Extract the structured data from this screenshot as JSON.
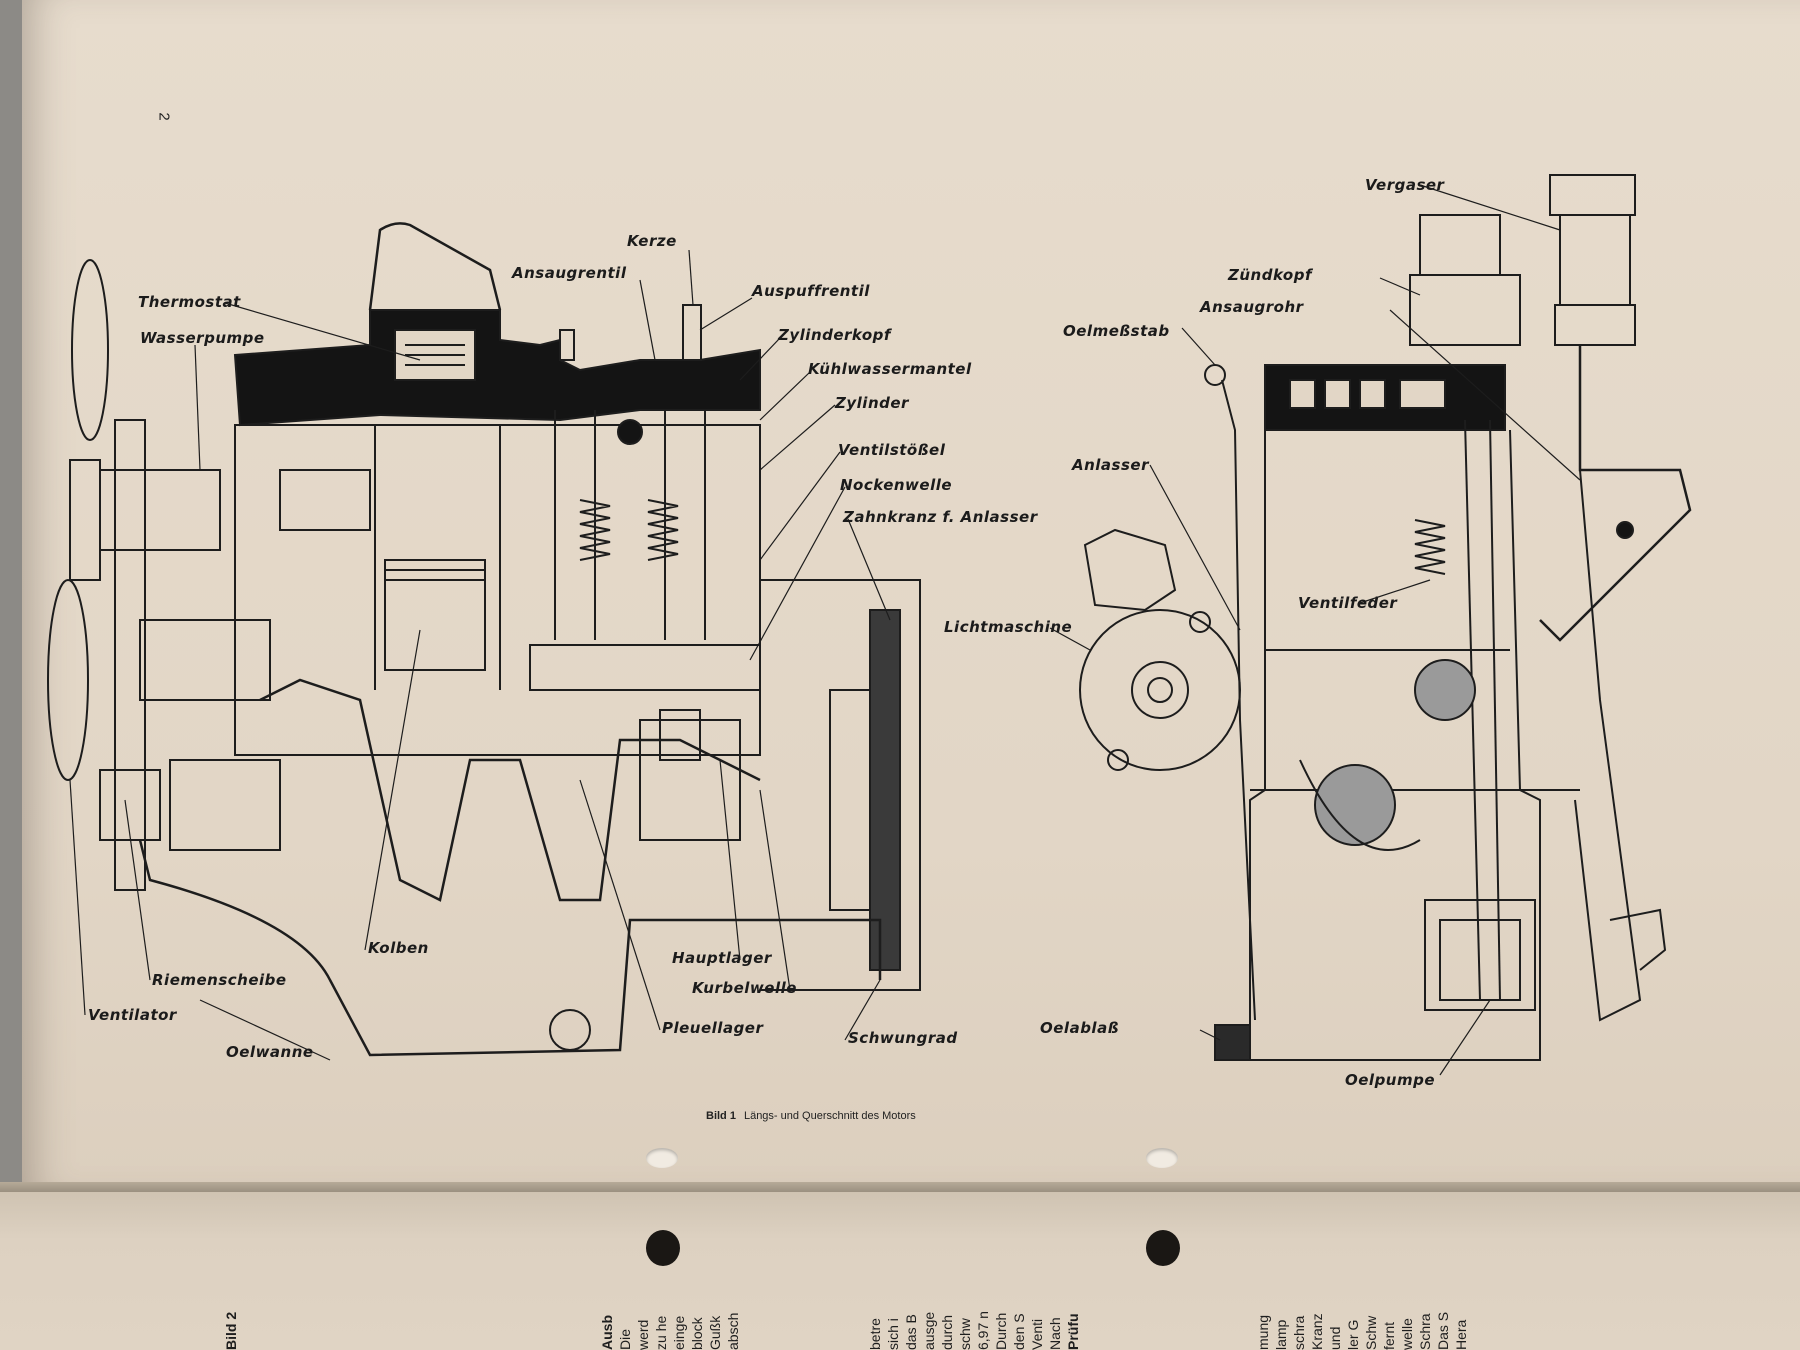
{
  "page": {
    "number": "2"
  },
  "caption": {
    "label": "Bild 1",
    "text": "Längs- und Querschnitt des Motors"
  },
  "labels": {
    "kerze": "Kerze",
    "ansaugventil": "Ansaugrentil",
    "auspuffventil": "Auspuffrentil",
    "thermostat": "Thermostat",
    "wasserpumpe": "Wasserpumpe",
    "zylinderkopf": "Zylinderkopf",
    "kuehlwassermantel": "Kühlwassermantel",
    "zylinder": "Zylinder",
    "ventilstoessel": "Ventilstößel",
    "nockenwelle": "Nockenwelle",
    "zahnkranz": "Zahnkranz f. Anlasser",
    "kolben": "Kolben",
    "riemenscheibe": "Riemenscheibe",
    "ventilator": "Ventilator",
    "oelwanne": "Oelwanne",
    "hauptlager": "Hauptlager",
    "kurbelwelle": "Kurbelwelle",
    "pleuellager": "Pleuellager",
    "schwungrad": "Schwungrad",
    "vergaser": "Vergaser",
    "zuendkopf": "Zündkopf",
    "ansaugrohr": "Ansaugrohr",
    "oelmessstab": "Oelmeßstab",
    "anlasser": "Anlasser",
    "lichtmaschine": "Lichtmaschine",
    "ventilfeder": "Ventilfeder",
    "oelablass": "Oelablaß",
    "oelpumpe": "Oelpumpe"
  },
  "next_page": {
    "figure_label": "Bild 2",
    "col1": [
      "Ausb",
      "Die",
      "werd",
      "zu he",
      "einge",
      "block",
      "Gußk",
      "absch"
    ],
    "col2": [
      "betre",
      "sich i",
      "das B",
      "ausge",
      "durch",
      "schw",
      "6,97 n",
      "Durch",
      "den S",
      "Venti",
      "Nach",
      "Prüfu"
    ],
    "col3": [
      "mung",
      "lamp",
      "schra",
      "Kranz",
      "und",
      "ler G",
      "Schw",
      "fernt",
      "welle",
      "Schra",
      "Das S",
      "Hera"
    ]
  }
}
